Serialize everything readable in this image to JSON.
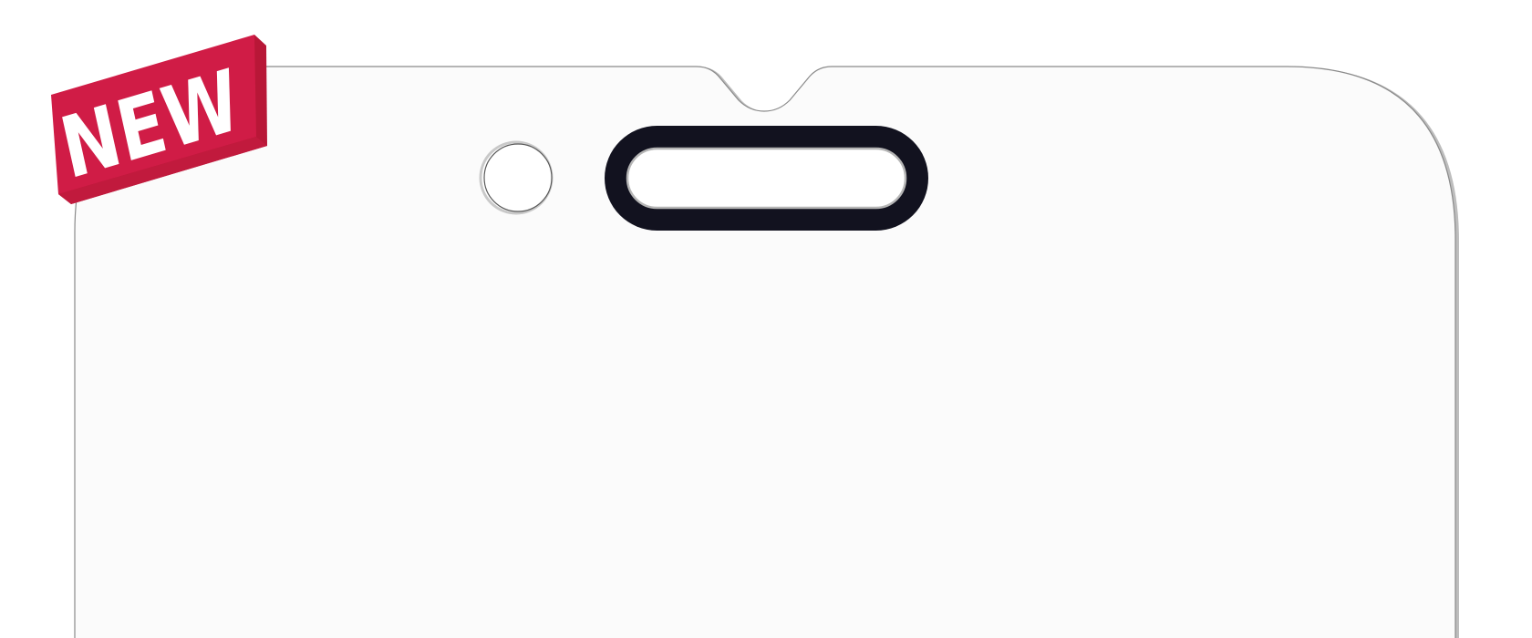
{
  "badge": {
    "label": "NEW",
    "color_front": "#d01c46",
    "color_side": "#b81737",
    "color_text": "#ffffff"
  },
  "protector": {
    "fill_color": "#fbfbfb",
    "outline_color": "#8a8a8a"
  },
  "cutouts": {
    "sensor_icon": "circle-cutout",
    "speaker_slot_icon": "pill-cutout",
    "speaker_slot_border_color": "#12121f"
  }
}
